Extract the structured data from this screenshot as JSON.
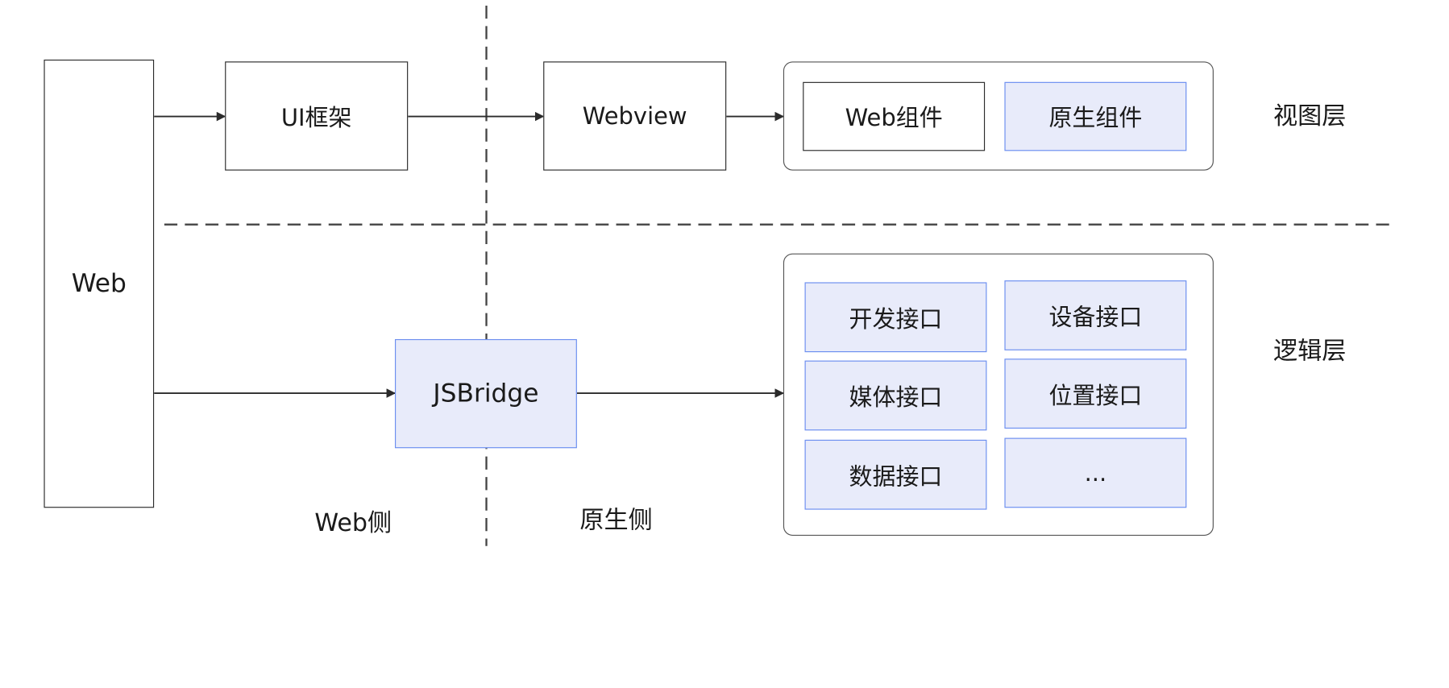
{
  "nodes": {
    "web": "Web",
    "ui_framework": "UI框架",
    "webview": "Webview",
    "jsbridge": "JSBridge"
  },
  "view_layer": {
    "label": "视图层",
    "components": [
      "Web组件",
      "原生组件"
    ]
  },
  "logic_layer": {
    "label": "逻辑层",
    "interfaces": [
      "开发接口",
      "设备接口",
      "媒体接口",
      "位置接口",
      "数据接口",
      "..."
    ]
  },
  "sides": {
    "web_side": "Web侧",
    "native_side": "原生侧"
  },
  "colors": {
    "highlight_fill": "#e8ebfa",
    "highlight_border": "#6c8ff0",
    "line": "#2b2b2b"
  }
}
